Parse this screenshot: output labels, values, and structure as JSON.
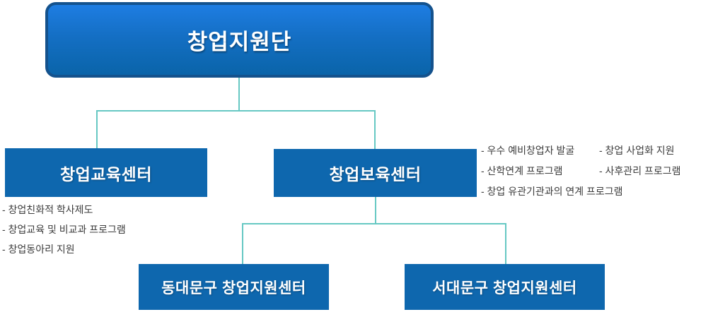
{
  "org": {
    "root": {
      "label": "창업지원단"
    },
    "branches": [
      {
        "label": "창업교육센터",
        "items": [
          "- 창업친화적 학사제도",
          "- 창업교육 및 비교과 프로그램",
          "- 창업동아리 지원"
        ]
      },
      {
        "label": "창업보육센터",
        "items_col1": [
          "- 우수 예비창업자 발굴",
          "- 산학연계 프로그램"
        ],
        "items_col2": [
          "- 창업 사업화 지원",
          "- 사후관리 프로그램"
        ],
        "items_full": [
          "- 창업 유관기관과의 연계 프로그램"
        ],
        "children": [
          {
            "label": "동대문구 창업지원센터"
          },
          {
            "label": "서대문구 창업지원센터"
          }
        ]
      }
    ]
  },
  "colors": {
    "box_blue": "#0E67AE",
    "top_gradient_start": "#1E7DE2",
    "top_gradient_end": "#0A64A9",
    "top_border": "#14528D",
    "connector_teal": "#66C8C3",
    "list_text": "#3C3C3C",
    "box_text": "#FFFFFF"
  }
}
